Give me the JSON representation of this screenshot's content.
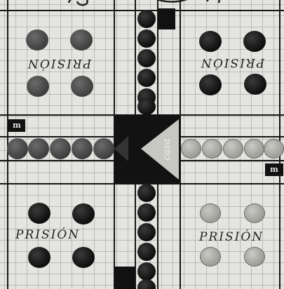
{
  "board": {
    "prison_labels": [
      "PRISIÓN",
      "PRISIÓN",
      "PRISIÓN",
      "PRISIÓN"
    ],
    "home_label": "casa",
    "corner_marks": [
      "m",
      "m"
    ],
    "colors": {
      "dark": "#111111",
      "medium": "#4d4d4d",
      "light": "#b5b5b0",
      "paper": "#e4e4e0",
      "grid": "#9a9a96"
    },
    "prisons": [
      {
        "name": "top-left",
        "piece_color": "medium",
        "pieces": 4,
        "label_inverted": true
      },
      {
        "name": "top-right",
        "piece_color": "dark",
        "pieces": 4,
        "label_inverted": true
      },
      {
        "name": "bottom-left",
        "piece_color": "dark",
        "pieces": 4,
        "label_inverted": false
      },
      {
        "name": "bottom-right",
        "piece_color": "light",
        "pieces": 4,
        "label_inverted": false
      }
    ],
    "home_columns": [
      {
        "name": "top",
        "piece_color": "dark",
        "pieces": 6
      },
      {
        "name": "bottom",
        "piece_color": "dark",
        "pieces": 6
      }
    ],
    "home_rows": [
      {
        "name": "left",
        "piece_color": "medium",
        "pieces": 5
      },
      {
        "name": "right",
        "piece_color": "light",
        "pieces": 5
      }
    ]
  }
}
